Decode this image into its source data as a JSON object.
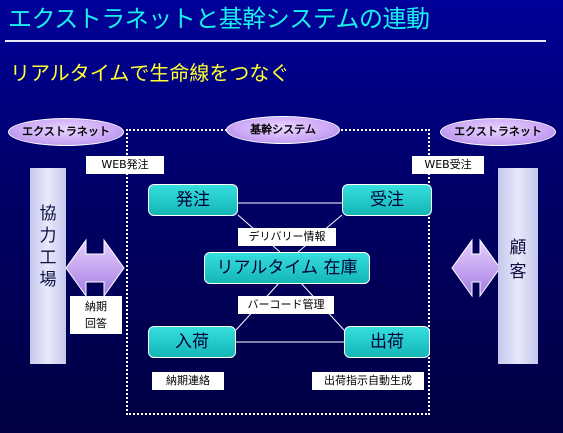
{
  "title": "エクストラネットと基幹システムの連動",
  "subtitle": "リアルタイムで生命線をつなぐ",
  "ovals": {
    "left": "エクストラネット",
    "center": "基幹システム",
    "right": "エクストラネット"
  },
  "labels": {
    "web_order": "WEB発注",
    "web_receive": "WEB受注",
    "delivery_info": "デリバリー情報",
    "barcode": "バーコード管理",
    "delivery_answer_line1": "納期",
    "delivery_answer_line2": "回答",
    "delivery_contact": "納期連絡",
    "shipping_auto": "出荷指示自動生成"
  },
  "panels": {
    "left_chars": [
      "協",
      "力",
      "工",
      "場"
    ],
    "right_chars": [
      "顧",
      "客"
    ]
  },
  "boxes": {
    "order": "発注",
    "receive": "受注",
    "inventory": "リアルタイム 在庫",
    "arrival": "入荷",
    "shipping": "出荷"
  },
  "colors": {
    "title": "#18f0ee",
    "subtitle": "#ffff33",
    "box": "#1ec8c8",
    "oval": "#caa6f5",
    "arrow": "#c9a3f2"
  }
}
